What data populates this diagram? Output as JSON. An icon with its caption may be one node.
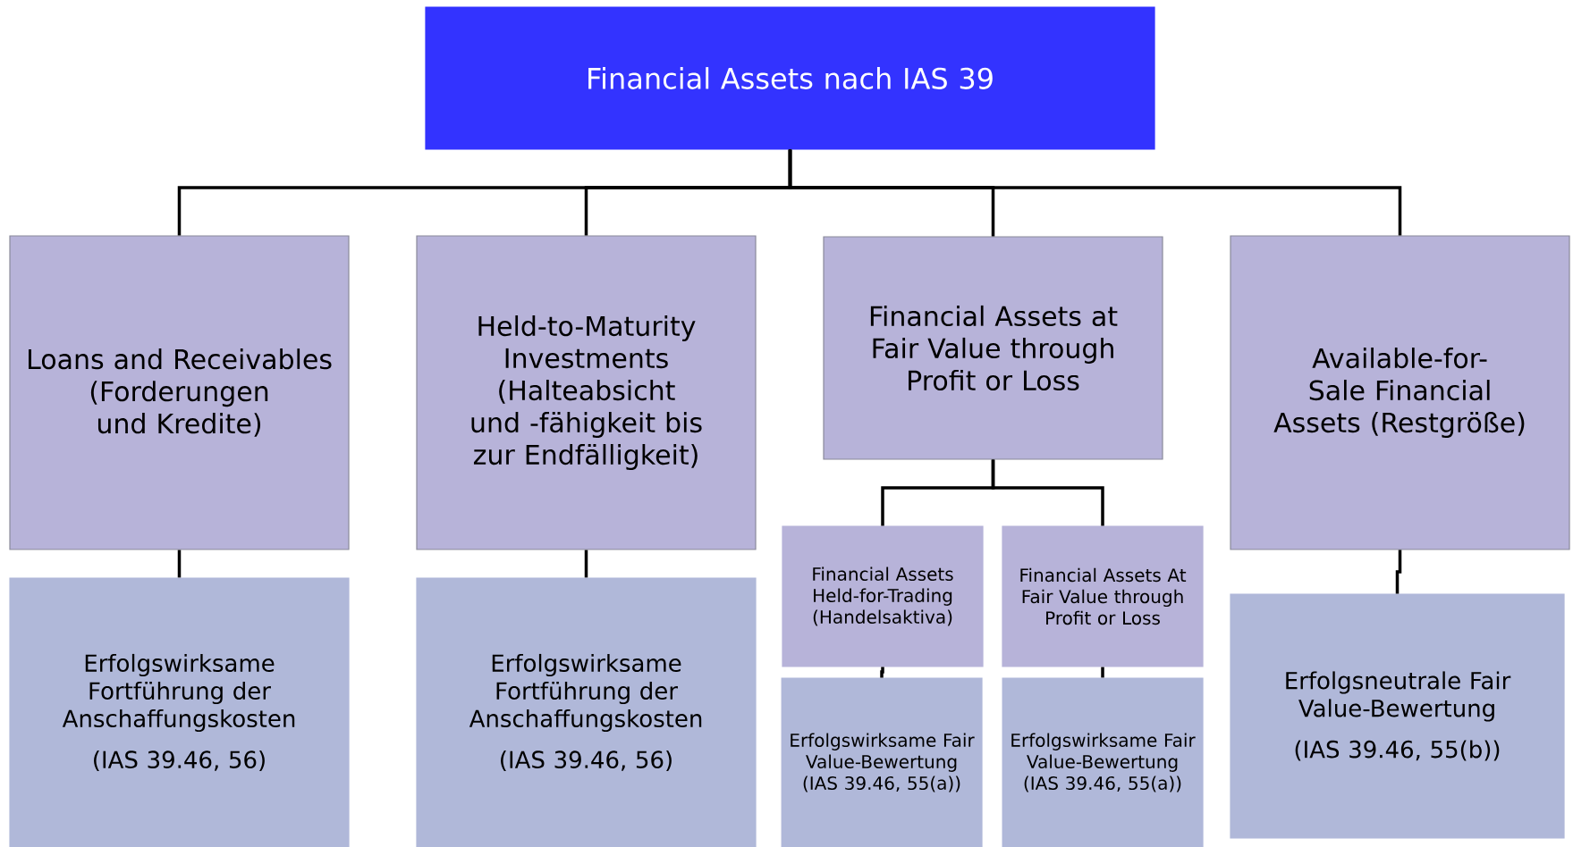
{
  "diagram": {
    "nodes": [
      {
        "text": [
          "Financial Assets nach IAS 39"
        ]
      },
      {
        "text": [
          "Loans and Receivables (Forderungen und Kredite)"
        ]
      },
      {
        "text": [
          "Held-to-Maturity Investments (Halteabsicht und -fähigkeit bis zur Endfälligkeit)"
        ]
      },
      {
        "text": [
          "Financial Assets at Fair Value through Profit or Loss"
        ]
      },
      {
        "text": [
          "Available-for-Sale Financial Assets (Restgröße)"
        ]
      },
      {
        "text": [
          "Erfolgswirksame Fortführung der Anschaffungskosten",
          "(IAS 39.46, 56)"
        ]
      },
      {
        "text": [
          "Erfolgswirksame Fortführung der Anschaffungskosten",
          "(IAS 39.46, 56)"
        ]
      },
      {
        "text": [
          "Financial Assets Held-for-Trading (Handelsaktiva)"
        ]
      },
      {
        "text": [
          "Financial Assets At Fair Value through Profit or Loss"
        ]
      },
      {
        "text": [
          "Erfolgswirksame Fair Value-Bewertung (IAS 39.46, 55(a))"
        ]
      },
      {
        "text": [
          "Erfolgswirksame Fair Value-Bewertung (IAS 39.46, 55(a))"
        ]
      },
      {
        "text": [
          "Erfolgsneutrale Fair Value-Bewertung",
          "(IAS 39.46, 55(b))"
        ]
      }
    ],
    "edges": [
      {
        "from": 0,
        "to": 1,
        "arrow": "none"
      },
      {
        "from": 0,
        "to": 2,
        "arrow": "none"
      },
      {
        "from": 0,
        "to": 3,
        "arrow": "none"
      },
      {
        "from": 0,
        "to": 4,
        "arrow": "none"
      },
      {
        "from": 1,
        "to": 5,
        "arrow": "none"
      },
      {
        "from": 2,
        "to": 6,
        "arrow": "none"
      },
      {
        "from": 3,
        "to": 7,
        "arrow": "none"
      },
      {
        "from": 3,
        "to": 8,
        "arrow": "none"
      },
      {
        "from": 7,
        "to": 9,
        "arrow": "none"
      },
      {
        "from": 8,
        "to": 10,
        "arrow": "none"
      },
      {
        "from": 4,
        "to": 11,
        "arrow": "none"
      }
    ]
  }
}
